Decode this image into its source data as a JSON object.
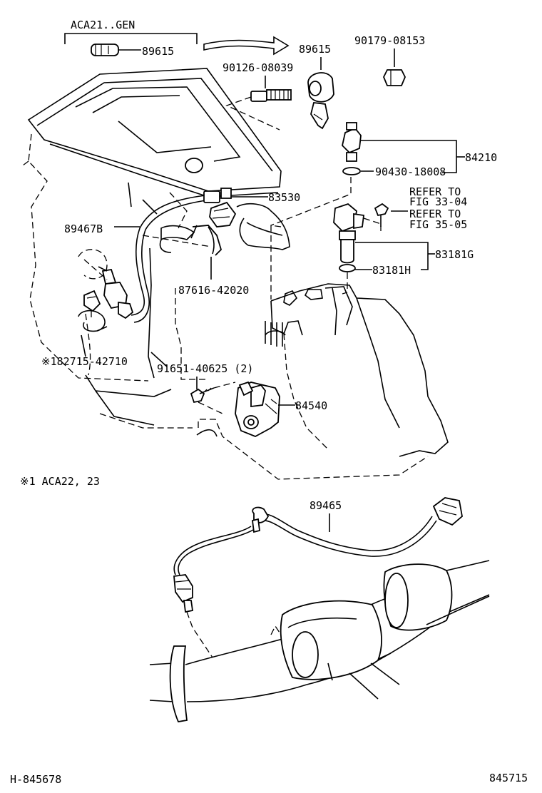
{
  "labels": {
    "group_title": "ACA21..GEN",
    "p89615_left": "89615",
    "p89615_right": "89615",
    "p90179": "90179-08153",
    "p90126": "90126-08039",
    "p84210": "84210",
    "p90430": "90430-18008",
    "p83530": "83530",
    "p89467b": "89467B",
    "refer1_line1": "REFER TO",
    "refer1_line2": "FIG 33-04",
    "refer2_line1": "REFER TO",
    "refer2_line2": "FIG 35-05",
    "p83181g": "83181G",
    "p83181h": "83181H",
    "p87616": "87616-42020",
    "p82715": "※182715-42710",
    "p91651": "91651-40625 (2)",
    "p84540": "84540",
    "note1": "※1  ACA22, 23",
    "p89465": "89465",
    "footer_left": "H-845678",
    "footer_right": "845715"
  }
}
